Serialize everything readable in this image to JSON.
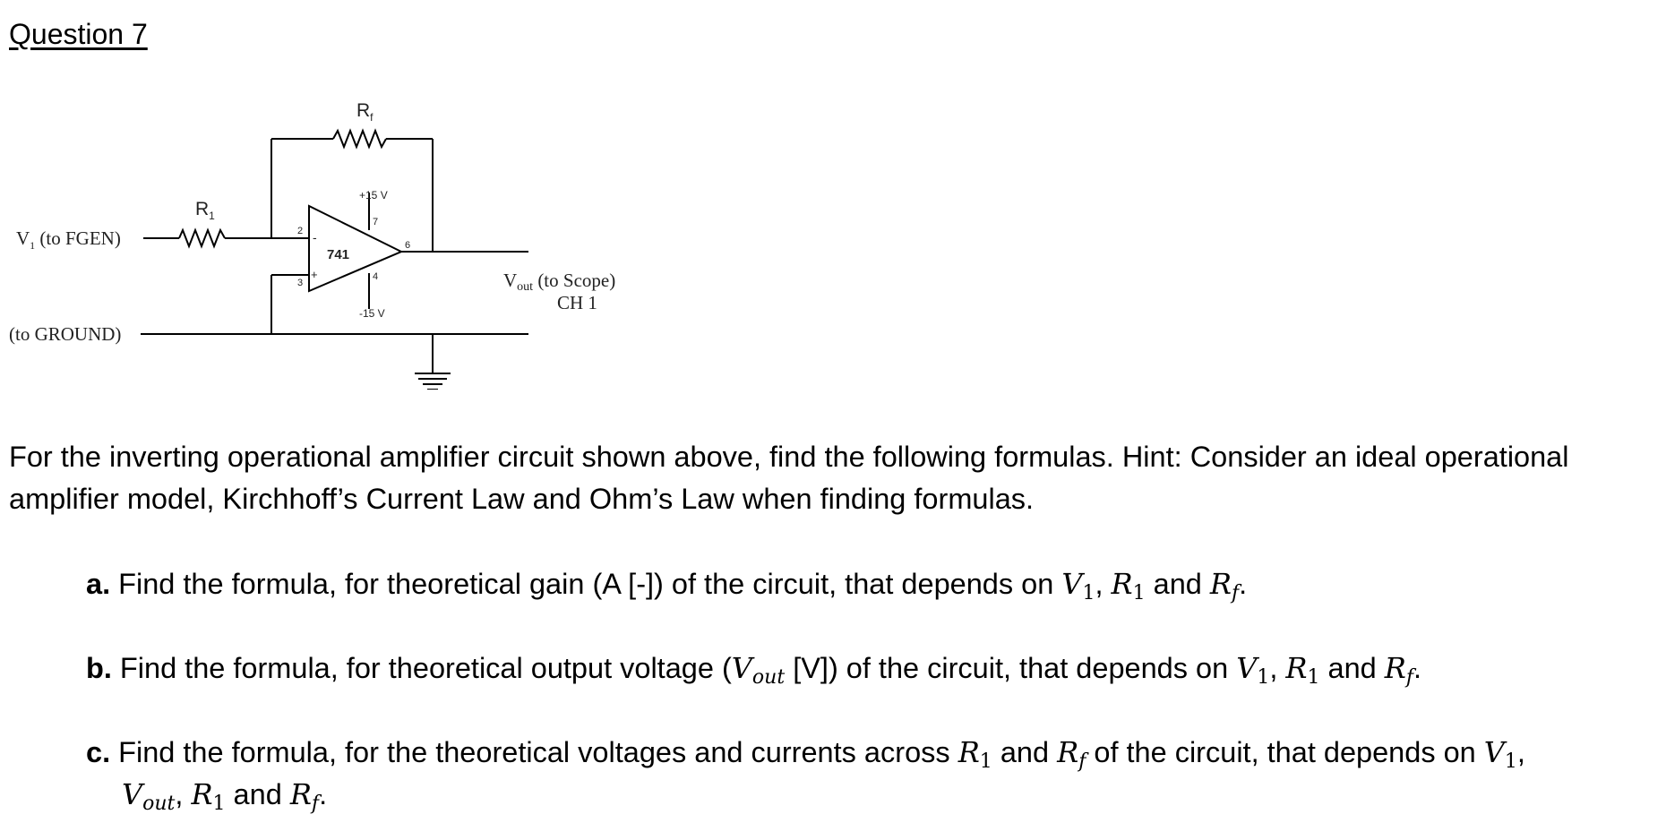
{
  "question": {
    "title": "Question 7"
  },
  "circuit": {
    "rf_label": "R",
    "rf_sub": "f",
    "r1_label": "R",
    "r1_sub": "1",
    "v1_label": "V",
    "v1_sub": "1",
    "v1_suffix": " (to FGEN)",
    "ground_label": "(to GROUND)",
    "vout_label": "V",
    "vout_sub": "out",
    "vout_suffix": " (to Scope)",
    "ch_label": "CH 1",
    "pos_supply": "+15 V",
    "neg_supply": "-15 V",
    "opamp_label": "741",
    "pin_2": "2",
    "pin_3": "3",
    "pin_4": "4",
    "pin_6": "6",
    "pin_7": "7",
    "minus_sign": "-",
    "plus_sign": "+"
  },
  "intro": {
    "text": "For the inverting operational amplifier circuit shown above, find the following formulas. Hint: Consider an ideal operational amplifier model, Kirchhoff’s Current Law and Ohm’s Law when finding formulas."
  },
  "parts": {
    "a": {
      "letter": "a.",
      "text": " Find the formula, for theoretical gain (A [-]) of the circuit, that depends on ",
      "tail": "."
    },
    "b": {
      "letter": "b.",
      "text_1": " Find the formula, for theoretical output voltage (",
      "text_2": " [V]) of the circuit, that depends on ",
      "tail": "."
    },
    "c": {
      "letter": "c.",
      "text_1": " Find the formula, for the theoretical voltages and currents across ",
      "text_2": " of the circuit, that depends on ",
      "tail": "."
    }
  },
  "math": {
    "V": "V",
    "R": "R",
    "sub_1": "1",
    "sub_f": "f",
    "sub_out": "out",
    "comma": ", ",
    "and": " and "
  }
}
